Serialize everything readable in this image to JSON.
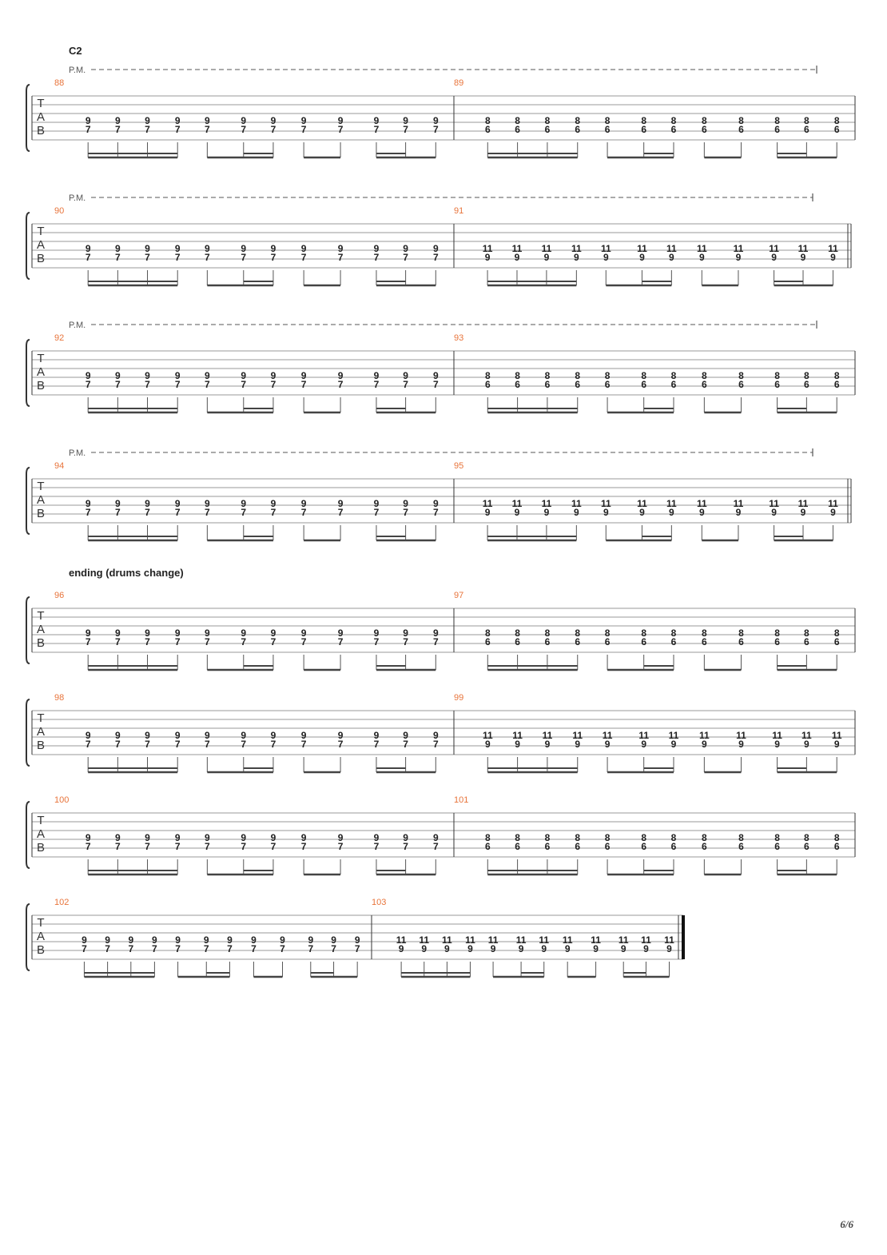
{
  "page": {
    "number": "6/6"
  },
  "tab_clef": [
    "T",
    "A",
    "B"
  ],
  "sections": [
    {
      "system": 0,
      "label": "C2"
    },
    {
      "system": 4,
      "label": "ending (drums change)"
    }
  ],
  "palm_mute_label": "P.M.",
  "rhythm_pattern": "16th-group, 8th+16th-pair, 8th-pair, 16th-pair+8th (12 notes per bar)",
  "systems": [
    {
      "palm_mute": true,
      "measures": [
        {
          "number": "88",
          "chord": [
            "9",
            "7"
          ]
        },
        {
          "number": "89",
          "chord": [
            "8",
            "6"
          ]
        }
      ]
    },
    {
      "palm_mute": true,
      "measures": [
        {
          "number": "90",
          "chord": [
            "9",
            "7"
          ]
        },
        {
          "number": "91",
          "chord": [
            "11",
            "9"
          ]
        }
      ]
    },
    {
      "palm_mute": true,
      "measures": [
        {
          "number": "92",
          "chord": [
            "9",
            "7"
          ]
        },
        {
          "number": "93",
          "chord": [
            "8",
            "6"
          ]
        }
      ]
    },
    {
      "palm_mute": true,
      "measures": [
        {
          "number": "94",
          "chord": [
            "9",
            "7"
          ]
        },
        {
          "number": "95",
          "chord": [
            "11",
            "9"
          ]
        }
      ]
    },
    {
      "palm_mute": false,
      "measures": [
        {
          "number": "96",
          "chord": [
            "9",
            "7"
          ]
        },
        {
          "number": "97",
          "chord": [
            "8",
            "6"
          ]
        }
      ]
    },
    {
      "palm_mute": false,
      "measures": [
        {
          "number": "98",
          "chord": [
            "9",
            "7"
          ]
        },
        {
          "number": "99",
          "chord": [
            "11",
            "9"
          ]
        }
      ]
    },
    {
      "palm_mute": false,
      "measures": [
        {
          "number": "100",
          "chord": [
            "9",
            "7"
          ]
        },
        {
          "number": "101",
          "chord": [
            "8",
            "6"
          ]
        }
      ]
    },
    {
      "palm_mute": false,
      "measures": [
        {
          "number": "102",
          "chord": [
            "9",
            "7"
          ]
        },
        {
          "number": "103",
          "chord": [
            "11",
            "9"
          ]
        }
      ]
    }
  ]
}
